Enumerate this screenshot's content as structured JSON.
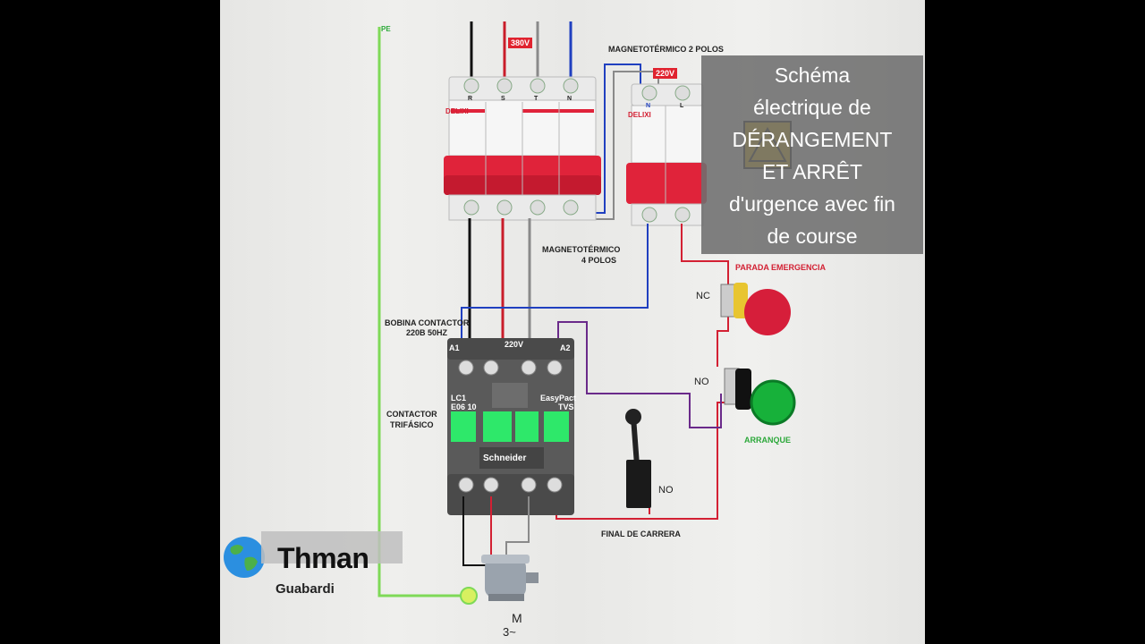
{
  "diagram": {
    "voltage_380": "380V",
    "voltage_220": "220V",
    "pe_label": "PE",
    "breaker_4p_brand": "DELIXI",
    "breaker_2p_brand": "DELIXI",
    "terminals_4p": [
      "R",
      "S",
      "T",
      "N"
    ],
    "terminals_2p": [
      "N",
      "L"
    ],
    "label_magneto_2p": "MAGNETOTÉRMICO 2 POLOS",
    "label_magneto_4p_line1": "MAGNETOTÉRMICO",
    "label_magneto_4p_line2": "4 POLOS",
    "label_bobina_line1": "BOBINA CONTACTOR",
    "label_bobina_line2": "220B  50HZ",
    "label_coil_voltage": "220V",
    "label_a1": "A1",
    "label_a2": "A2",
    "contactor_model_line1": "LC1",
    "contactor_model_line2": "E06 10",
    "contactor_series_line1": "EasyPact",
    "contactor_series_line2": "TVS",
    "contactor_brand": "Schneider",
    "label_contactor_line1": "CONTACTOR",
    "label_contactor_line2": "TRIFÁSICO",
    "label_parada": "PARADA EMERGENCIA",
    "label_arranque": "ARRANQUE",
    "label_nc": "NC",
    "label_no_start": "NO",
    "label_no_limit": "NO",
    "label_final": "FINAL DE CARRERA",
    "motor_label": "M",
    "motor_phase": "3~"
  },
  "overlay": {
    "title_lines": [
      "Schéma",
      "électrique de",
      "DÉRANGEMENT",
      "ET ARRÊT",
      "d'urgence avec fin",
      "de course"
    ]
  },
  "channel": {
    "name": "Thman",
    "subtitle": "Guabardi"
  },
  "colors": {
    "wire_black": "#111111",
    "wire_red": "#d32033",
    "wire_gray": "#8a8a8a",
    "wire_blue": "#2040c0",
    "wire_purple": "#6a2a8a",
    "wire_green": "#7ed957",
    "breaker_red": "#e0233a",
    "contactor_gray": "#5a5a5a",
    "contactor_green": "#2ee86a"
  }
}
